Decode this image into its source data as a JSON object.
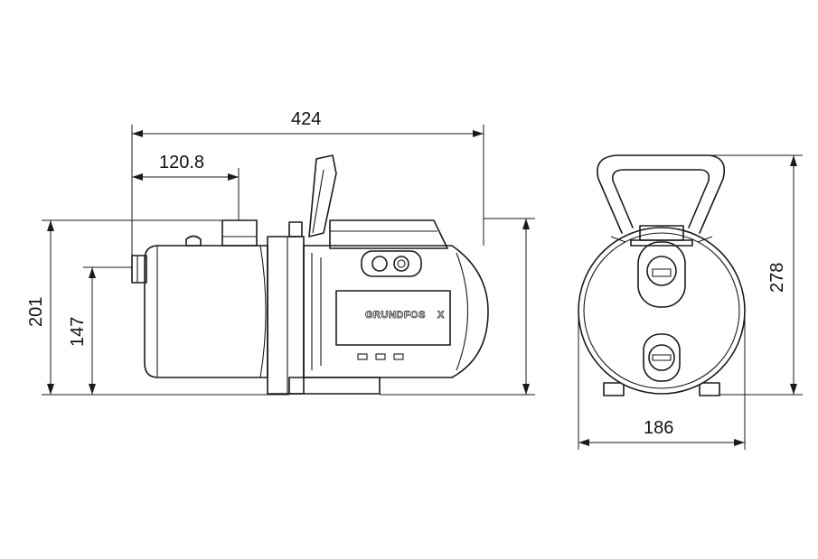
{
  "dimensions": {
    "overall_length": "424",
    "suction_offset": "120.8",
    "overall_height": "201",
    "inlet_height": "147",
    "front_width": "186",
    "front_height": "278"
  },
  "logo": {
    "text": "GRUNDFOS",
    "symbol": "X"
  }
}
